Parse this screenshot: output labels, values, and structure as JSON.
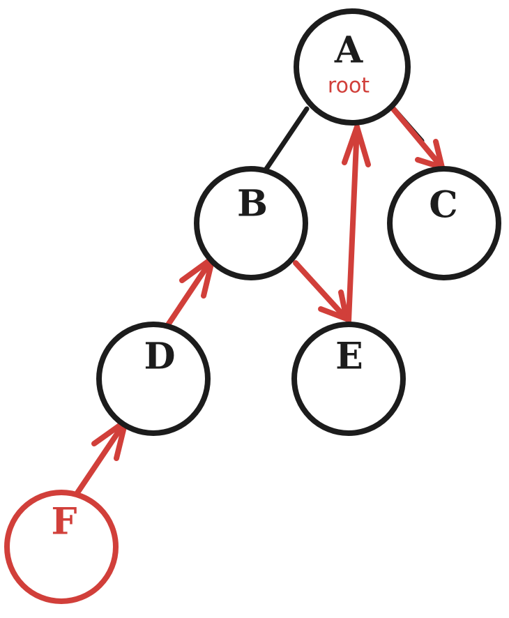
{
  "colors": {
    "ink": "#1c1c1c",
    "accent": "#d13f3a"
  },
  "nodes": {
    "A": {
      "label": "A",
      "sublabel": "root"
    },
    "B": {
      "label": "B"
    },
    "C": {
      "label": "C"
    },
    "D": {
      "label": "D"
    },
    "E": {
      "label": "E"
    },
    "F": {
      "label": "F"
    }
  }
}
